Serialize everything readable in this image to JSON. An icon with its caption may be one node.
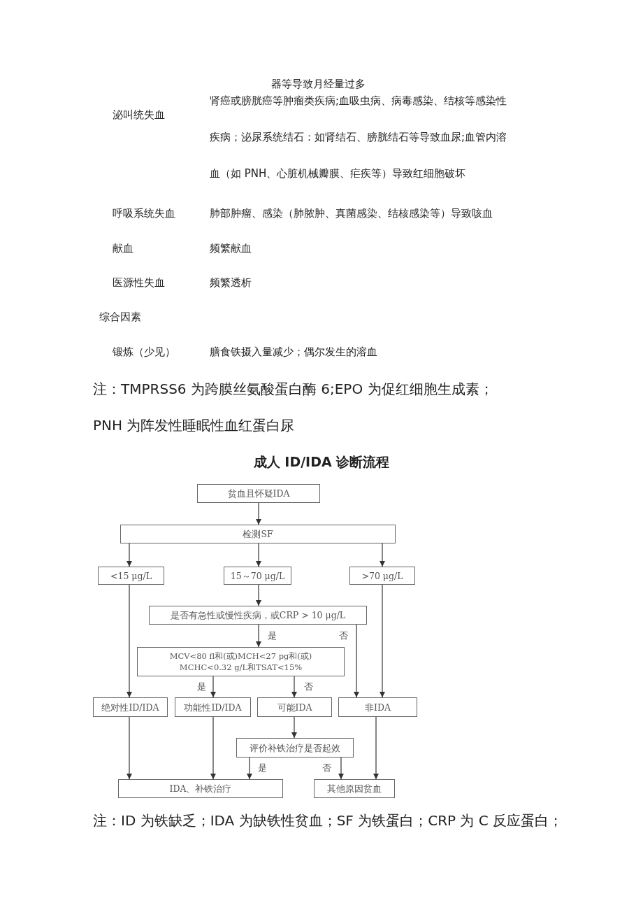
{
  "diagram": {
    "title": "成人 ID/IDA 诊断流程",
    "nodes": [
      {
        "text": [
          "贫血且怀疑IDA"
        ]
      },
      {
        "text": [
          "检测SF"
        ]
      },
      {
        "text": [
          "<15 μg/L"
        ]
      },
      {
        "text": [
          "15～70 μg/L"
        ]
      },
      {
        "text": [
          ">70 μg/L"
        ]
      },
      {
        "text": [
          "是否有急性或慢性疾病，或CRP > 10 μg/L"
        ]
      },
      {
        "text": [
          "MCV<80 fl和(或)MCH<27 pg和(或) MCHC<0.32 g/L和TSAT<15%"
        ]
      },
      {
        "text": [
          "绝对性ID/IDA"
        ]
      },
      {
        "text": [
          "功能性ID/IDA"
        ]
      },
      {
        "text": [
          "可能IDA"
        ]
      },
      {
        "text": [
          "非IDA"
        ]
      },
      {
        "text": [
          "评价补铁治疗是否起效"
        ]
      },
      {
        "text": [
          "IDA、补铁治疗"
        ]
      },
      {
        "text": [
          "其他原因贫血"
        ]
      }
    ],
    "edges": [
      {
        "from": 0,
        "to": 1,
        "arrow": "to"
      },
      {
        "from": 1,
        "to": 2,
        "arrow": "to"
      },
      {
        "from": 1,
        "to": 3,
        "arrow": "to"
      },
      {
        "from": 1,
        "to": 4,
        "arrow": "to"
      },
      {
        "from": 3,
        "to": 5,
        "arrow": "to"
      },
      {
        "from": 5,
        "to": 6,
        "arrow": "to",
        "label": "是"
      },
      {
        "from": 5,
        "to": 10,
        "arrow": "to",
        "label": "否"
      },
      {
        "from": 4,
        "to": 10,
        "arrow": "to"
      },
      {
        "from": 2,
        "to": 7,
        "arrow": "to"
      },
      {
        "from": 6,
        "to": 8,
        "arrow": "to",
        "label": "是"
      },
      {
        "from": 6,
        "to": 9,
        "arrow": "to",
        "label": "否"
      },
      {
        "from": 9,
        "to": 11,
        "arrow": "to"
      },
      {
        "from": 7,
        "to": 12,
        "arrow": "to"
      },
      {
        "from": 8,
        "to": 12,
        "arrow": "to"
      },
      {
        "from": 11,
        "to": 12,
        "arrow": "to",
        "label": "是"
      },
      {
        "from": 11,
        "to": 13,
        "arrow": "to",
        "label": "否"
      },
      {
        "from": 10,
        "to": 13,
        "arrow": "to"
      }
    ],
    "labels": [
      "器等导致月经量过多",
      "泌叫统失血",
      "肾癌或膀胱癌等肿瘤类疾病;血吸虫病、病毒感染、结核等感染性疾病；泌尿系统结石：如肾结石、膀胱结石等导致血尿;血管内溶血（如 PNH、心脏机械瓣膜、疟疾等）导致红细胞破坏",
      "呼吸系统失血",
      "肺部肿瘤、感染（肺脓肿、真菌感染、结核感染等）导致咳血",
      "献血",
      "频繁献血",
      "医源性失血",
      "频繁透析",
      "综合因素",
      "锻炼（少见）",
      "膳食铁摄入量减少；偶尔发生的溶血",
      "注：TMPRSS6 为跨膜丝氨酸蛋白酶 6;EPO 为促红细胞生成素；PNH 为阵发性睡眠性血红蛋白尿",
      "注：ID 为铁缺乏；IDA 为缺铁性贫血；SF 为铁蛋白；CRP 为 C 反应蛋白；"
    ]
  }
}
